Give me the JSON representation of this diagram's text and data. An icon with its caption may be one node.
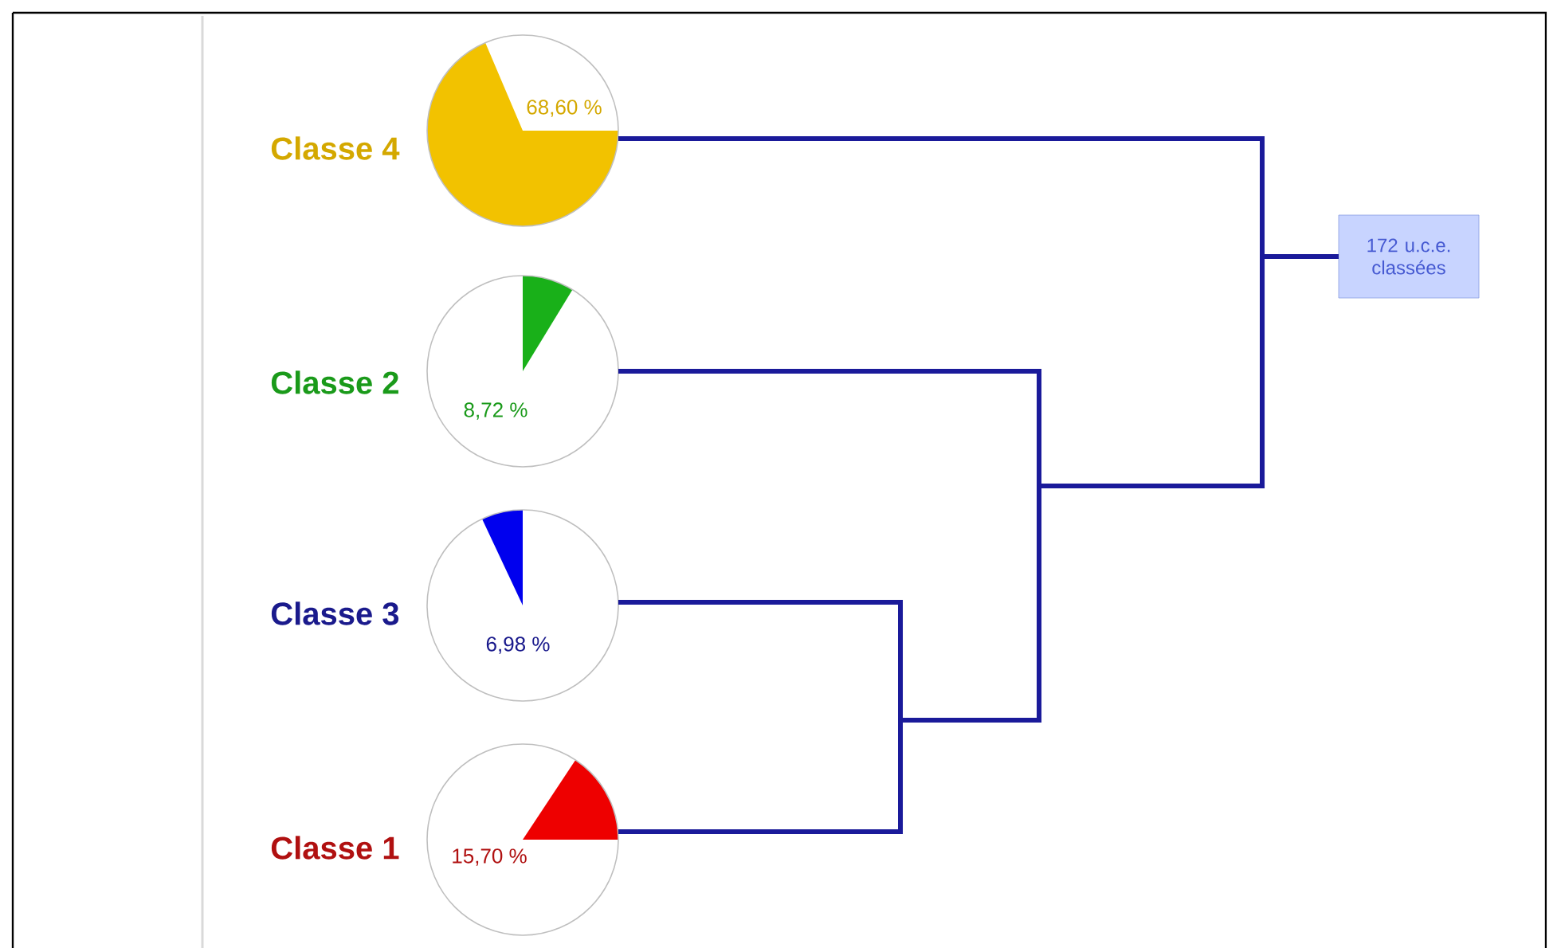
{
  "diagram": {
    "nodes": [
      {
        "text": [
          "68,60 %"
        ],
        "beside": [
          "Classe 4"
        ]
      },
      {
        "text": [
          "8,72 %"
        ],
        "beside": [
          "Classe 2"
        ]
      },
      {
        "text": [
          "6,98 %"
        ],
        "beside": [
          "Classe 3"
        ]
      },
      {
        "text": [
          "15,70 %"
        ],
        "beside": [
          "Classe 1"
        ]
      },
      {
        "text": [
          "172 u.c.e. classées"
        ]
      }
    ],
    "edges": [
      {
        "from": 0,
        "to": 4,
        "arrow": "none"
      },
      {
        "from": 1,
        "to": 4,
        "arrow": "none"
      },
      {
        "from": 2,
        "to": 4,
        "arrow": "none"
      },
      {
        "from": 3,
        "to": 4,
        "arrow": "none"
      }
    ]
  }
}
